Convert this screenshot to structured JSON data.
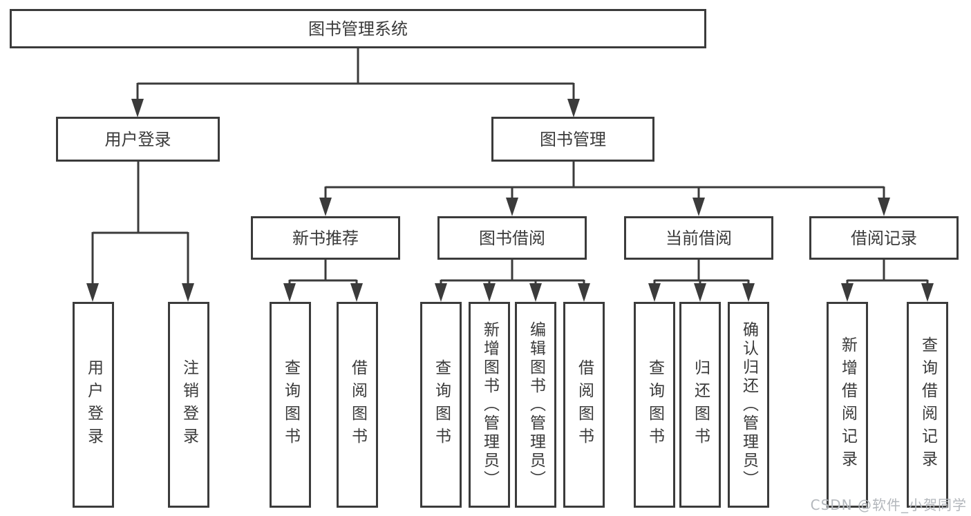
{
  "tree": {
    "root": {
      "label": "图书管理系统"
    },
    "children": [
      {
        "label": "用户登录",
        "children": [
          {
            "label": "用户登录"
          },
          {
            "label": "注销登录"
          }
        ]
      },
      {
        "label": "图书管理",
        "children": [
          {
            "label": "新书推荐",
            "children": [
              {
                "label": "查询图书"
              },
              {
                "label": "借阅图书"
              }
            ]
          },
          {
            "label": "图书借阅",
            "children": [
              {
                "label": "查询图书"
              },
              {
                "label": "新增图书（管理员）"
              },
              {
                "label": "编辑图书（管理员）"
              },
              {
                "label": "借阅图书"
              }
            ]
          },
          {
            "label": "当前借阅",
            "children": [
              {
                "label": "查询图书"
              },
              {
                "label": "归还图书"
              },
              {
                "label": "确认归还（管理员）"
              }
            ]
          },
          {
            "label": "借阅记录",
            "children": [
              {
                "label": "新增借阅记录"
              },
              {
                "label": "查询借阅记录"
              }
            ]
          }
        ]
      }
    ]
  },
  "watermark": {
    "text": "CSDN @软件_小贺同学"
  },
  "colors": {
    "line": "#3b3b3b",
    "text": "#3a3a3a",
    "watermark": "#b3b7bc",
    "background": "#ffffff"
  }
}
